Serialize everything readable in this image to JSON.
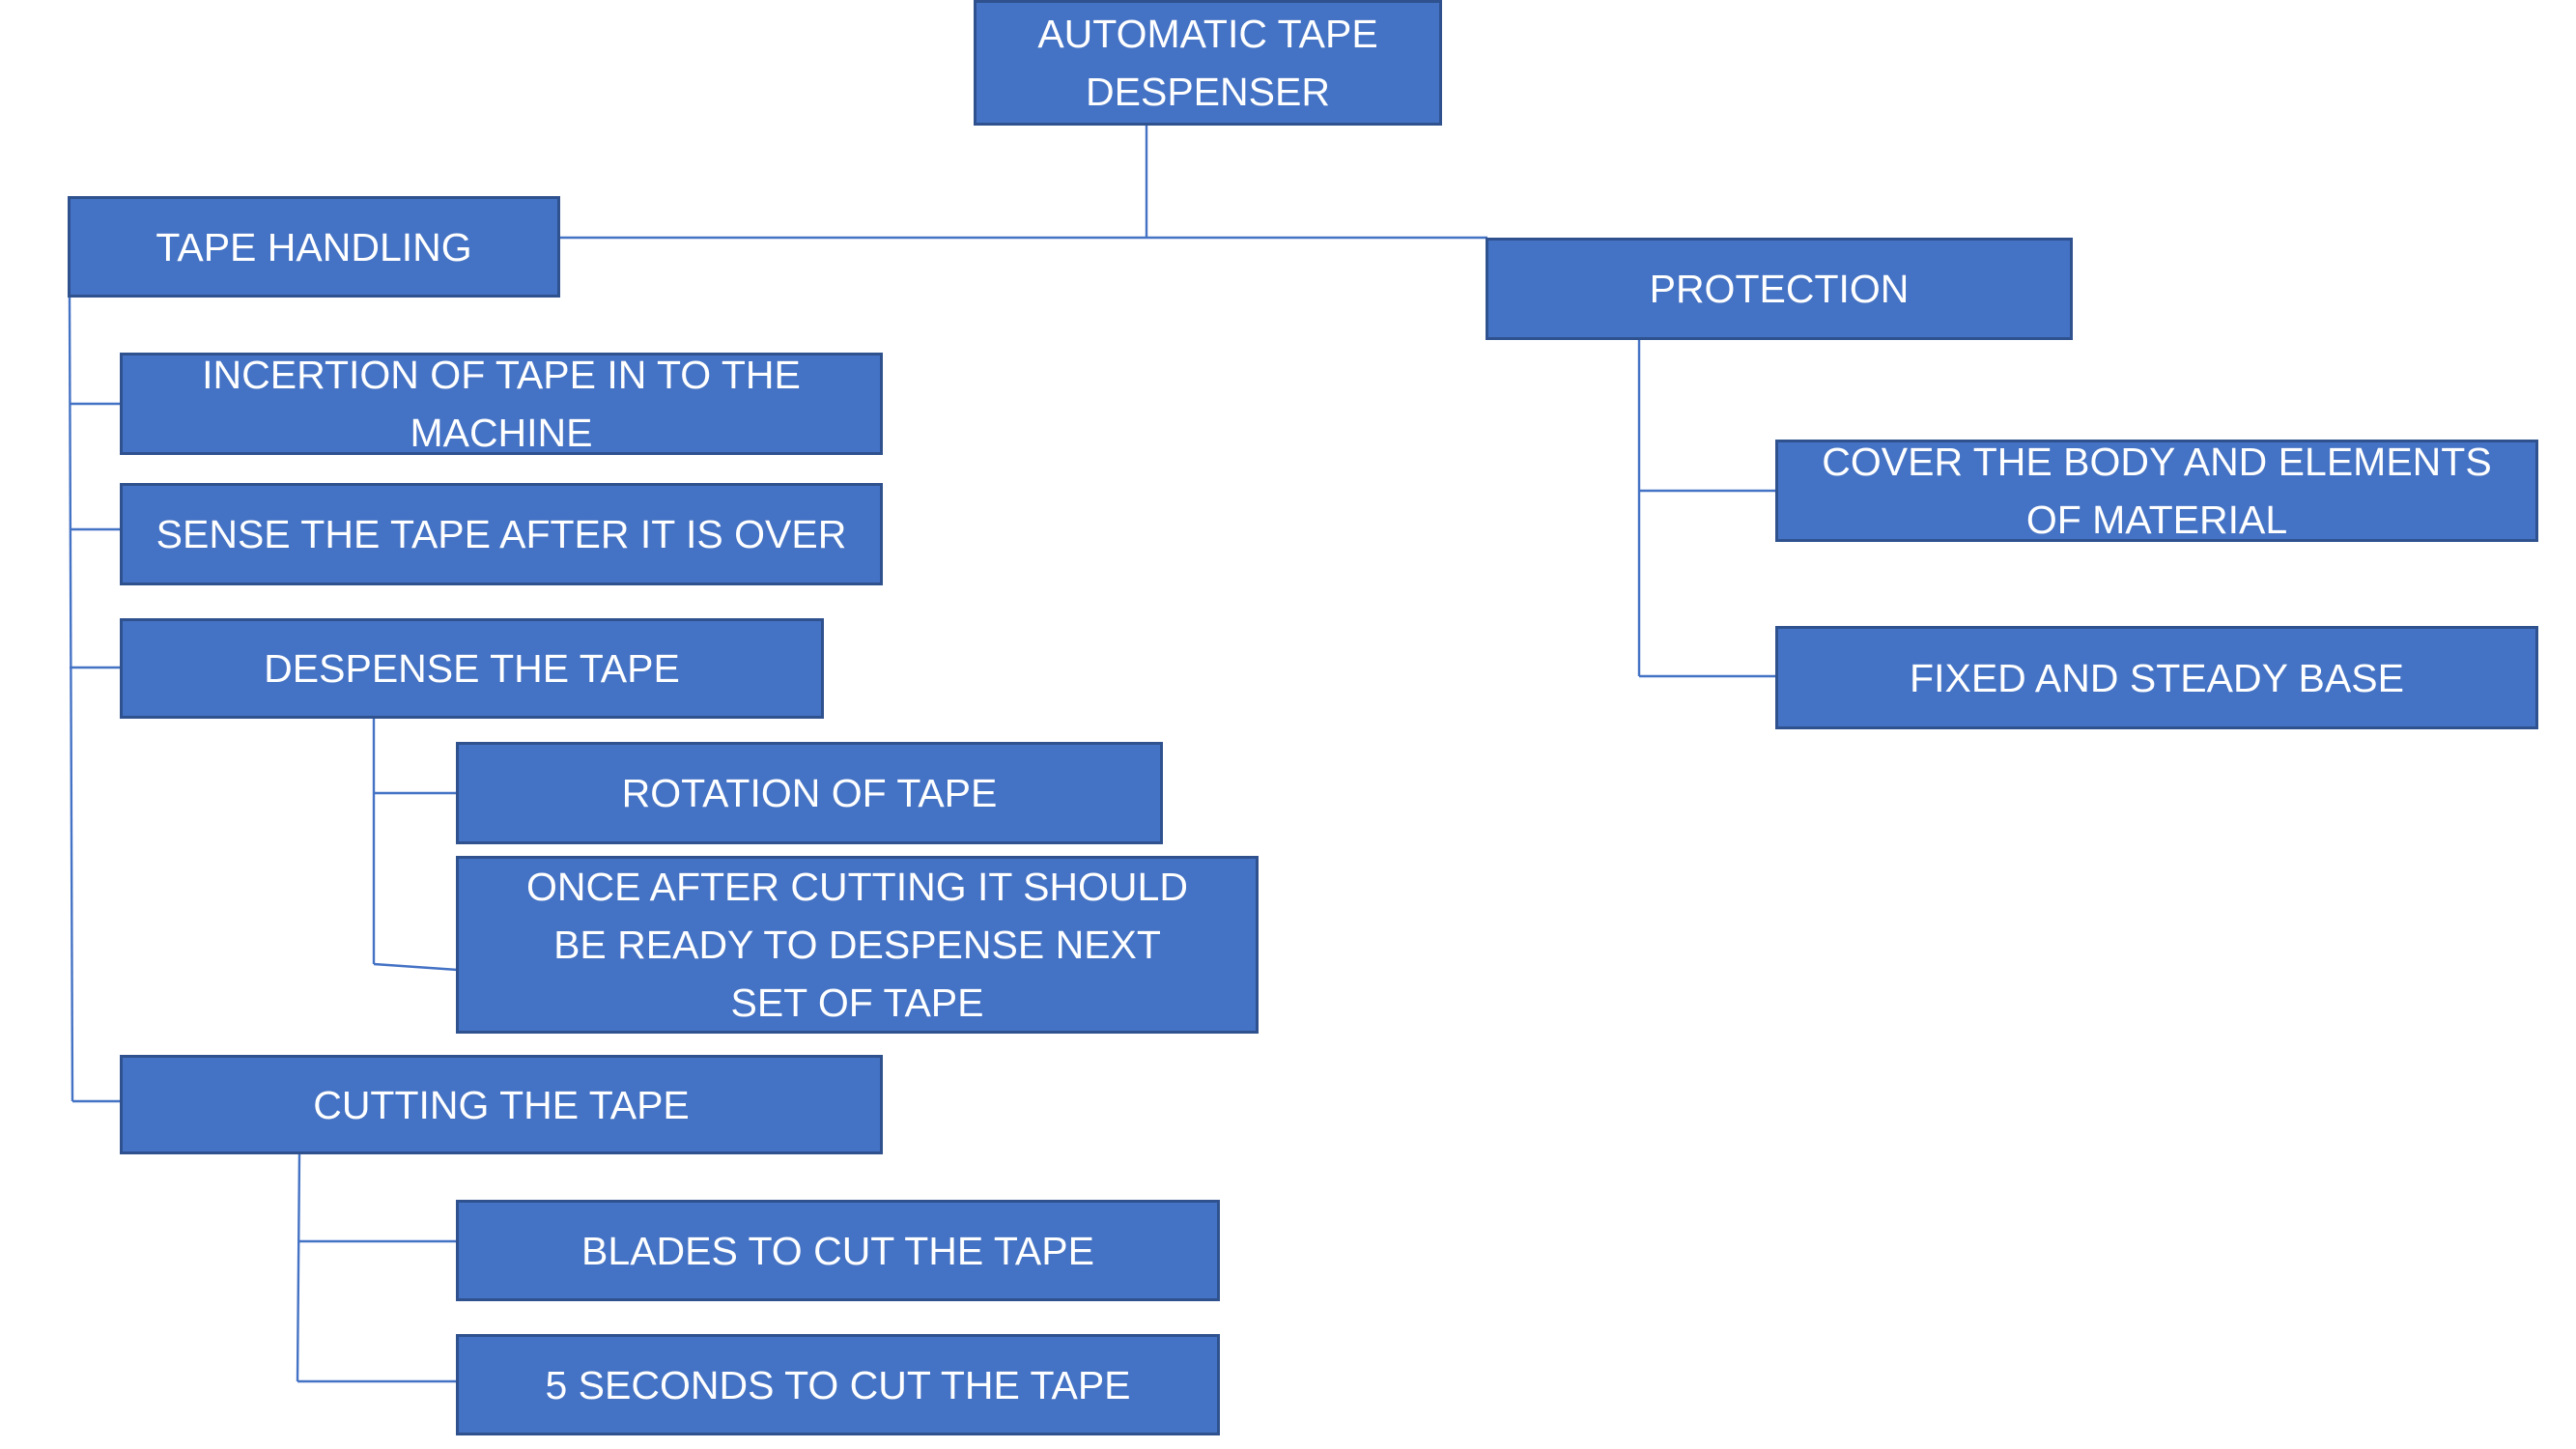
{
  "diagram": {
    "colors": {
      "node_fill": "#4472c4",
      "node_border": "#2f528f",
      "connector": "#4472c4",
      "text": "#ffffff"
    },
    "root": {
      "label": "AUTOMATIC TAPE DESPENSER"
    },
    "tape_handling": {
      "label": "TAPE HANDLING",
      "incertion": "INCERTION OF TAPE IN TO THE MACHINE",
      "sense": "SENSE THE TAPE AFTER IT IS OVER",
      "despense": {
        "label": "DESPENSE THE TAPE",
        "rotation": "ROTATION OF TAPE",
        "ready_next": "ONCE AFTER CUTTING IT SHOULD BE READY TO DESPENSE NEXT SET OF TAPE"
      },
      "cutting": {
        "label": "CUTTING THE TAPE",
        "blades": "BLADES TO CUT THE TAPE",
        "five_seconds": "5 SECONDS TO CUT THE TAPE"
      }
    },
    "protection": {
      "label": "PROTECTION",
      "cover": "COVER THE BODY AND ELEMENTS OF MATERIAL",
      "base": "FIXED AND STEADY BASE"
    }
  }
}
